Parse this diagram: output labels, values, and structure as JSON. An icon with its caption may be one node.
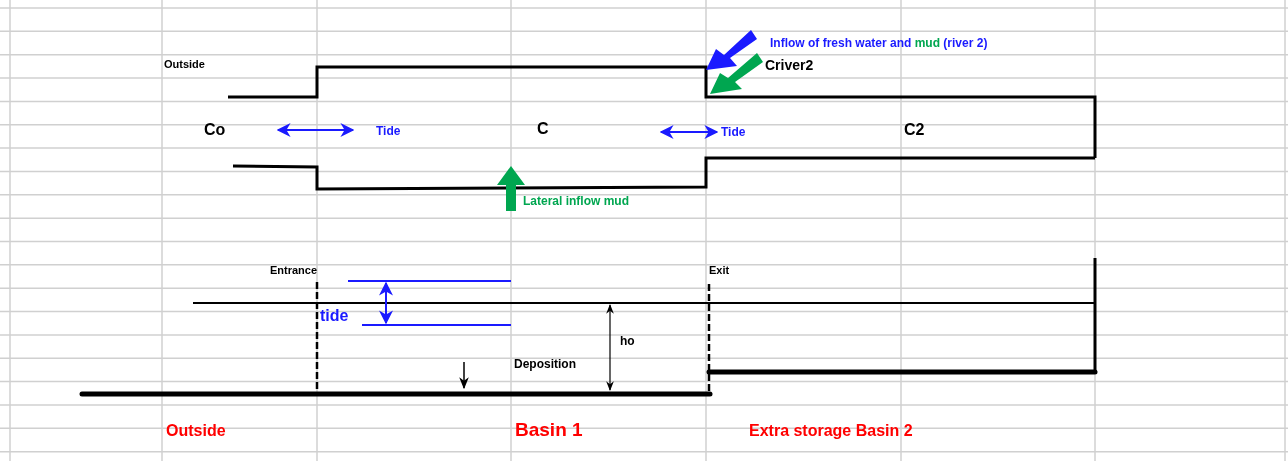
{
  "diagram": {
    "labels": [
      "Inflow of fresh water and **mud** (river 2)",
      "Outside",
      "Criver2",
      "Co",
      "Tide",
      "C",
      "Tide",
      "C2",
      "Lateral inflow mud",
      "Entrance",
      "Exit",
      "tide",
      "ho",
      "Deposition",
      "Outside",
      "Basin 1",
      "Extra storage Basin 2"
    ]
  }
}
